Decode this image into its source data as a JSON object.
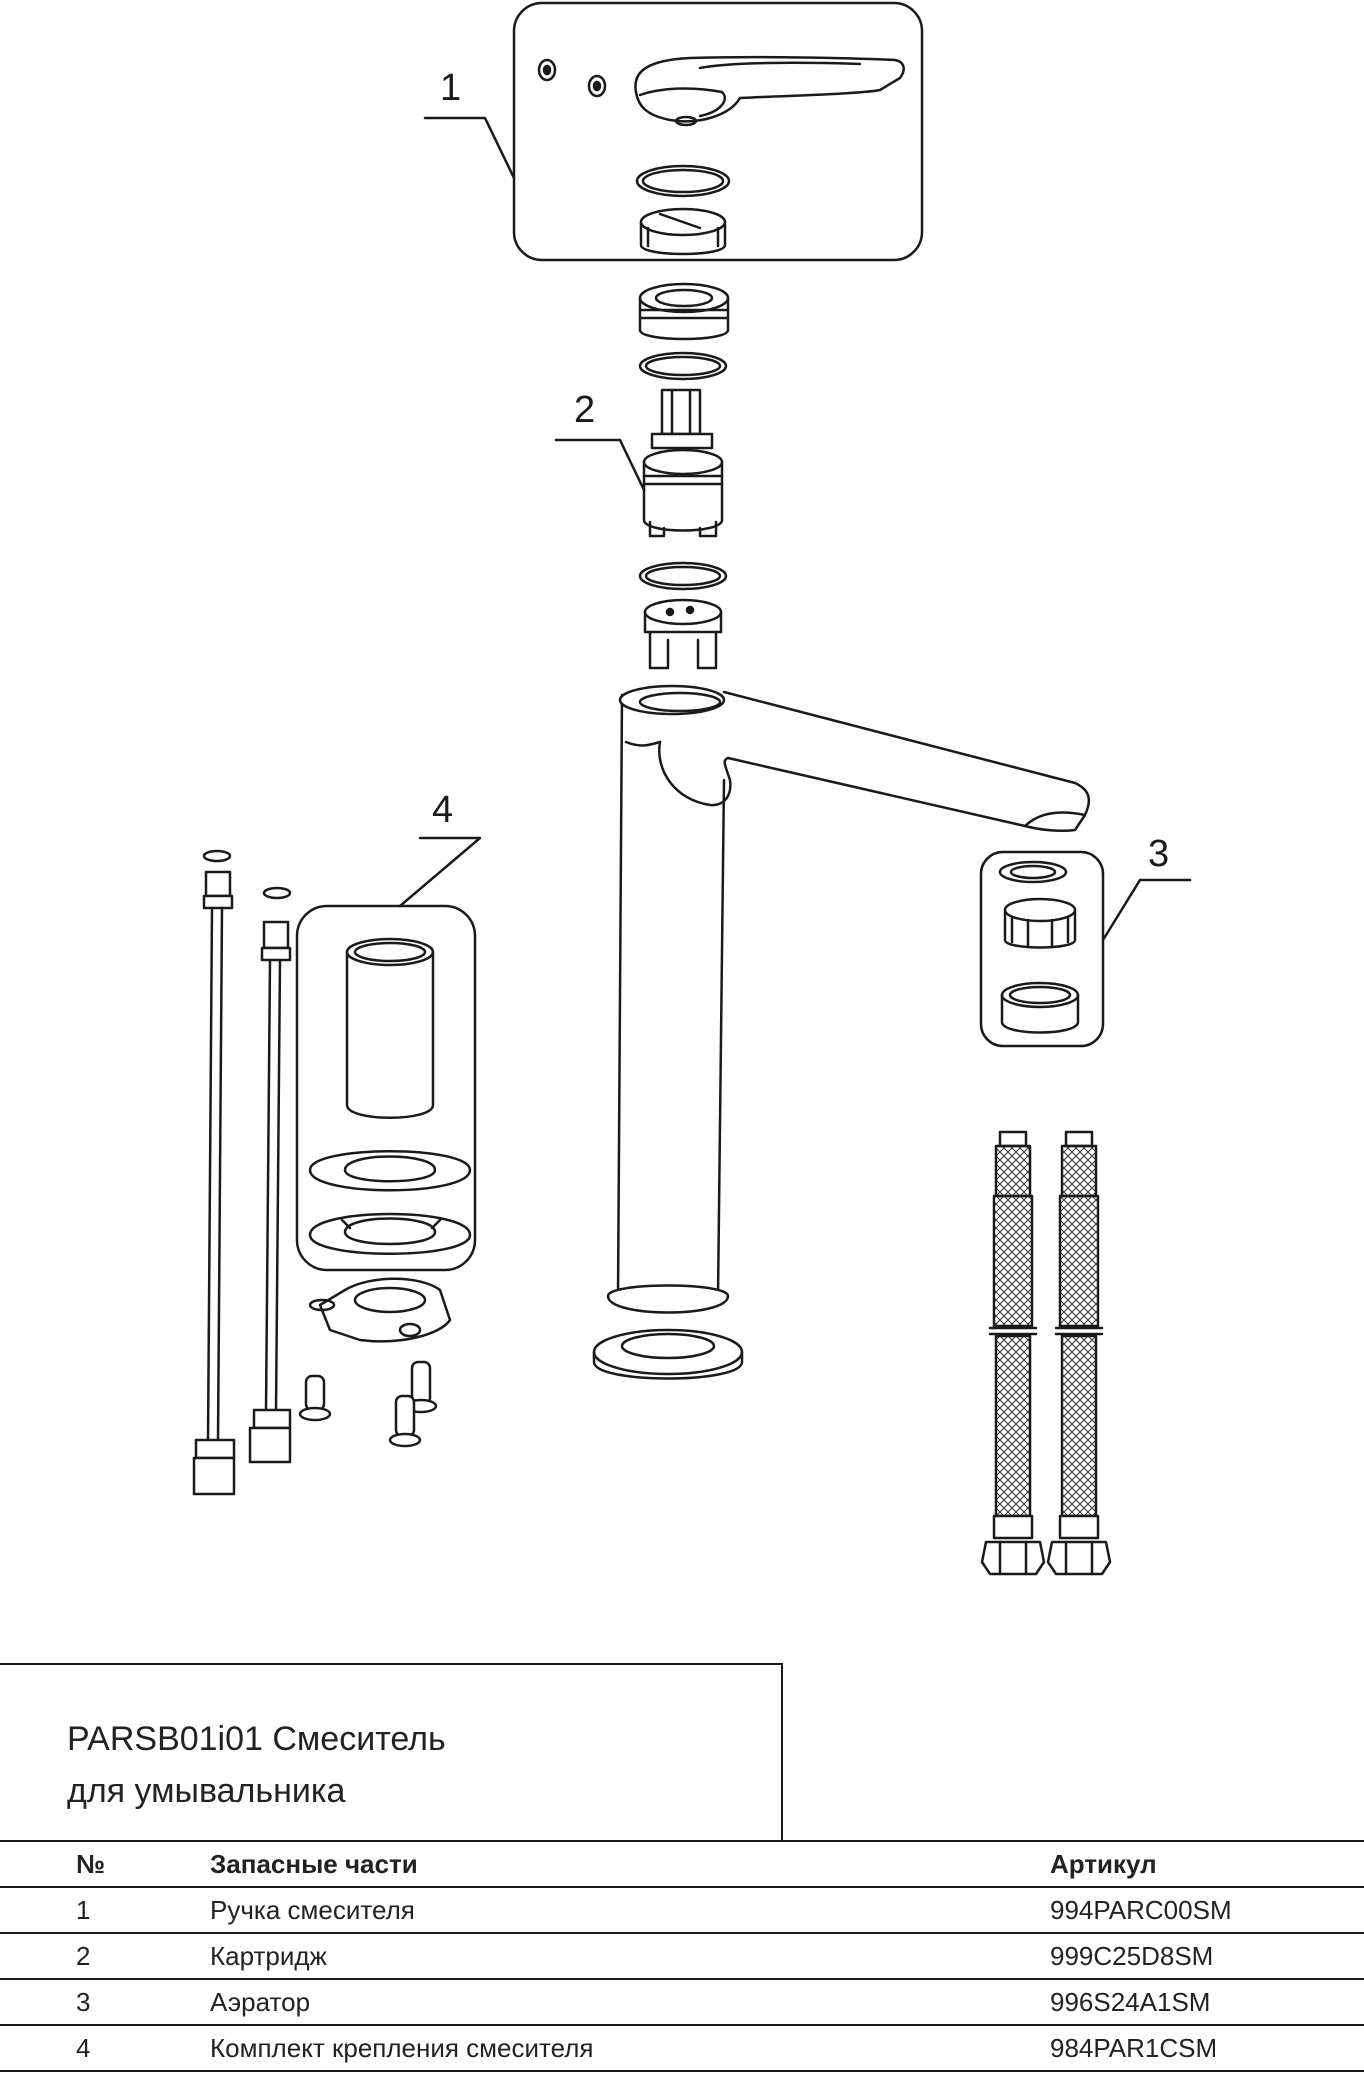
{
  "callouts": {
    "c1": "1",
    "c2": "2",
    "c3": "3",
    "c4": "4"
  },
  "title": {
    "line1": "PARSB01i01 Смеситель",
    "line2": "для умывальника"
  },
  "table": {
    "headers": {
      "no": "№",
      "name": "Запасные части",
      "article": "Артикул"
    },
    "rows": [
      {
        "no": "1",
        "name": "Ручка смесителя",
        "article": "994PARC00SM"
      },
      {
        "no": "2",
        "name": "Картридж",
        "article": "999C25D8SM"
      },
      {
        "no": "3",
        "name": "Аэратор",
        "article": "996S24A1SM"
      },
      {
        "no": "4",
        "name": "Комплект крепления смесителя",
        "article": "984PAR1CSM"
      }
    ]
  }
}
